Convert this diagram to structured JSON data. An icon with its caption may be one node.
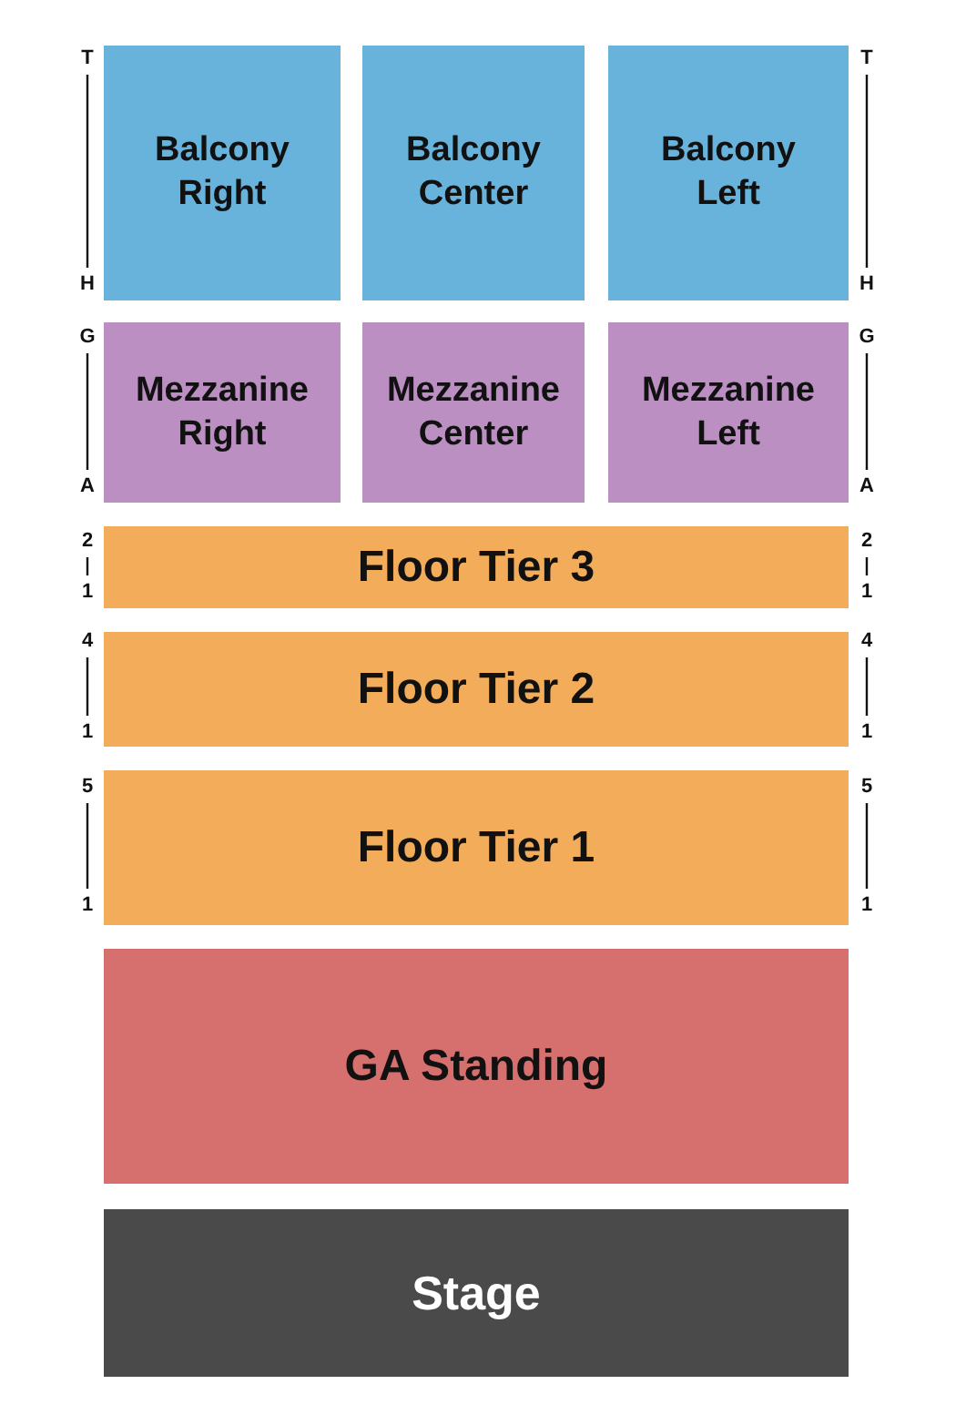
{
  "diagram": {
    "nodes": [
      {
        "text": [
          "Balcony Right"
        ]
      },
      {
        "text": [
          "Balcony Center"
        ]
      },
      {
        "text": [
          "Balcony Left"
        ]
      },
      {
        "text": [
          "Mezzanine Right"
        ]
      },
      {
        "text": [
          "Mezzanine Center"
        ]
      },
      {
        "text": [
          "Mezzanine Left"
        ]
      },
      {
        "text": [
          "Floor Tier 3"
        ]
      },
      {
        "text": [
          "Floor Tier 2"
        ]
      },
      {
        "text": [
          "Floor Tier 1"
        ]
      },
      {
        "text": [
          "GA Standing"
        ]
      },
      {
        "text": [
          "Stage"
        ]
      }
    ],
    "labels": [
      "T",
      "T",
      "H",
      "H",
      "G",
      "G",
      "A",
      "A",
      "2",
      "2",
      "1",
      "1",
      "4",
      "4",
      "1",
      "1",
      "5",
      "5",
      "1",
      "1"
    ]
  }
}
